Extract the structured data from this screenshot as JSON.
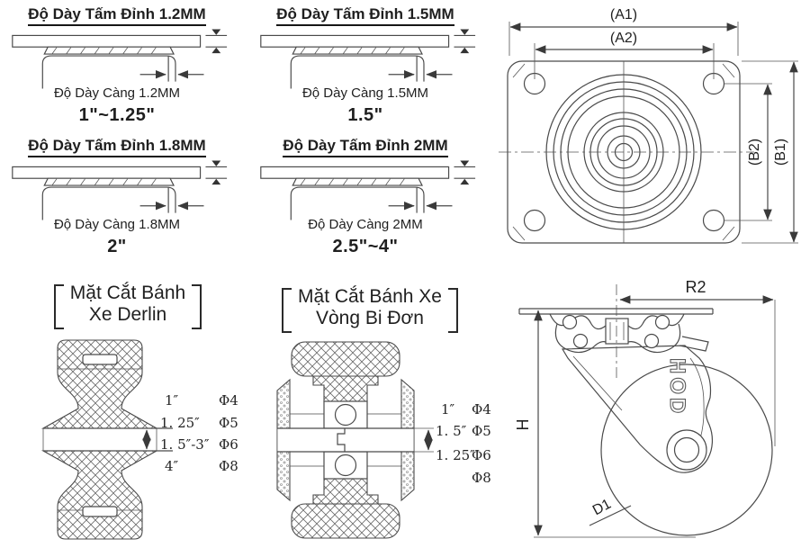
{
  "colors": {
    "ink": "#1f1f1f",
    "line": "#4a4a4a",
    "background": "#ffffff"
  },
  "plate_panels": [
    {
      "title": "Độ Dày Tấm Đỉnh 1.2MM",
      "fork_label": "Độ Dày Càng 1.2MM",
      "size_label": "1\"~1.25\""
    },
    {
      "title": "Độ Dày Tấm Đỉnh 1.5MM",
      "fork_label": "Độ Dày Càng 1.5MM",
      "size_label": "1.5\""
    },
    {
      "title": "Độ Dày Tấm Đỉnh 1.8MM",
      "fork_label": "Độ Dày Càng 1.8MM",
      "size_label": "2\""
    },
    {
      "title": "Độ Dày Tấm Đỉnh 2MM",
      "fork_label": "Độ Dày Càng 2MM",
      "size_label": "2.5\"~4\""
    }
  ],
  "top_view": {
    "dim_a1": "(A1)",
    "dim_a2": "(A2)",
    "dim_b1": "(B1)",
    "dim_b2": "(B2)"
  },
  "derlin_section": {
    "title_line1": "Mặt Cắt Bánh",
    "title_line2": "Xe Derlin",
    "rows": [
      {
        "size": "1″",
        "dia": "Φ4"
      },
      {
        "size": "1. 25″",
        "dia": "Φ5"
      },
      {
        "size": "1. 5″-3″",
        "dia": "Φ6"
      },
      {
        "size": "4″",
        "dia": "Φ8"
      }
    ]
  },
  "bearing_section": {
    "title_line1": "Mặt Cắt Bánh Xe",
    "title_line2": "Vòng Bi Đơn",
    "rows": [
      {
        "size": "1″",
        "dia": "Φ4"
      },
      {
        "size": "1. 5″",
        "dia": "Φ5"
      },
      {
        "size": "1. 25″",
        "dia": "Φ6"
      },
      {
        "size": "",
        "dia": "Φ8"
      }
    ]
  },
  "side_view": {
    "dim_r2": "R2",
    "dim_h": "H",
    "dim_d1": "D1",
    "logo": "HOD"
  }
}
